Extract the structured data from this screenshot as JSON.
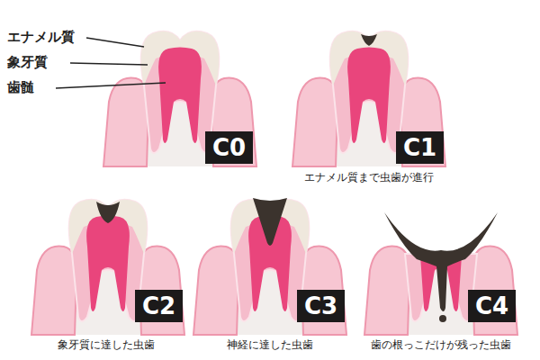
{
  "diagram": {
    "nodes": [
      {
        "text": [
          "C0"
        ]
      },
      {
        "text": [
          "C1"
        ]
      },
      {
        "text": [
          "C2"
        ]
      },
      {
        "text": [
          "C3"
        ]
      },
      {
        "text": [
          "C4"
        ]
      }
    ],
    "labels": [
      "エナメル質",
      "象牙質",
      "歯髄",
      "エナメル質まで虫歯が進行",
      "象牙質に達した虫歯",
      "神経に達した虫歯",
      "歯の根っこだけが残った虫歯"
    ]
  }
}
